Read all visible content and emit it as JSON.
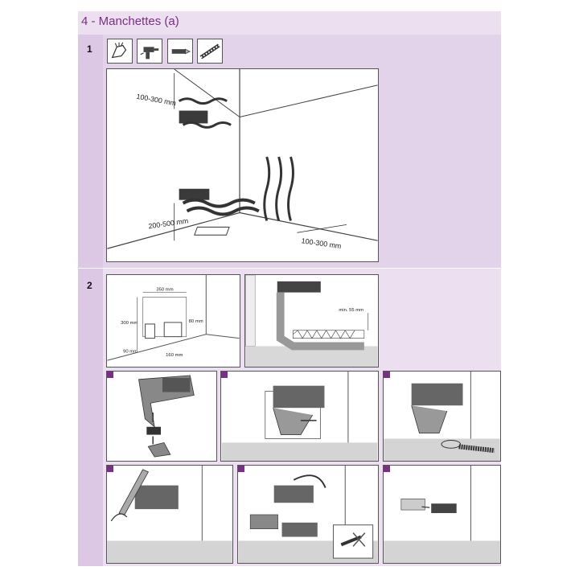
{
  "section": {
    "title": "4 - Manchettes (a)"
  },
  "steps": [
    {
      "number": "1"
    },
    {
      "number": "2"
    }
  ],
  "tools": [
    "glove-icon",
    "drill-icon",
    "utility-knife-icon",
    "duct-tape-icon"
  ],
  "step1": {
    "top_gap": "100-300 mm",
    "floor_gap": "200-500 mm",
    "side_gap": "100-300 mm"
  },
  "step2": {
    "width": "350 mm",
    "height": "300 mm",
    "inner": "80 mm",
    "bottom": "90 mm",
    "depth": "160 mm",
    "min_gap": "min. 55 mm"
  }
}
